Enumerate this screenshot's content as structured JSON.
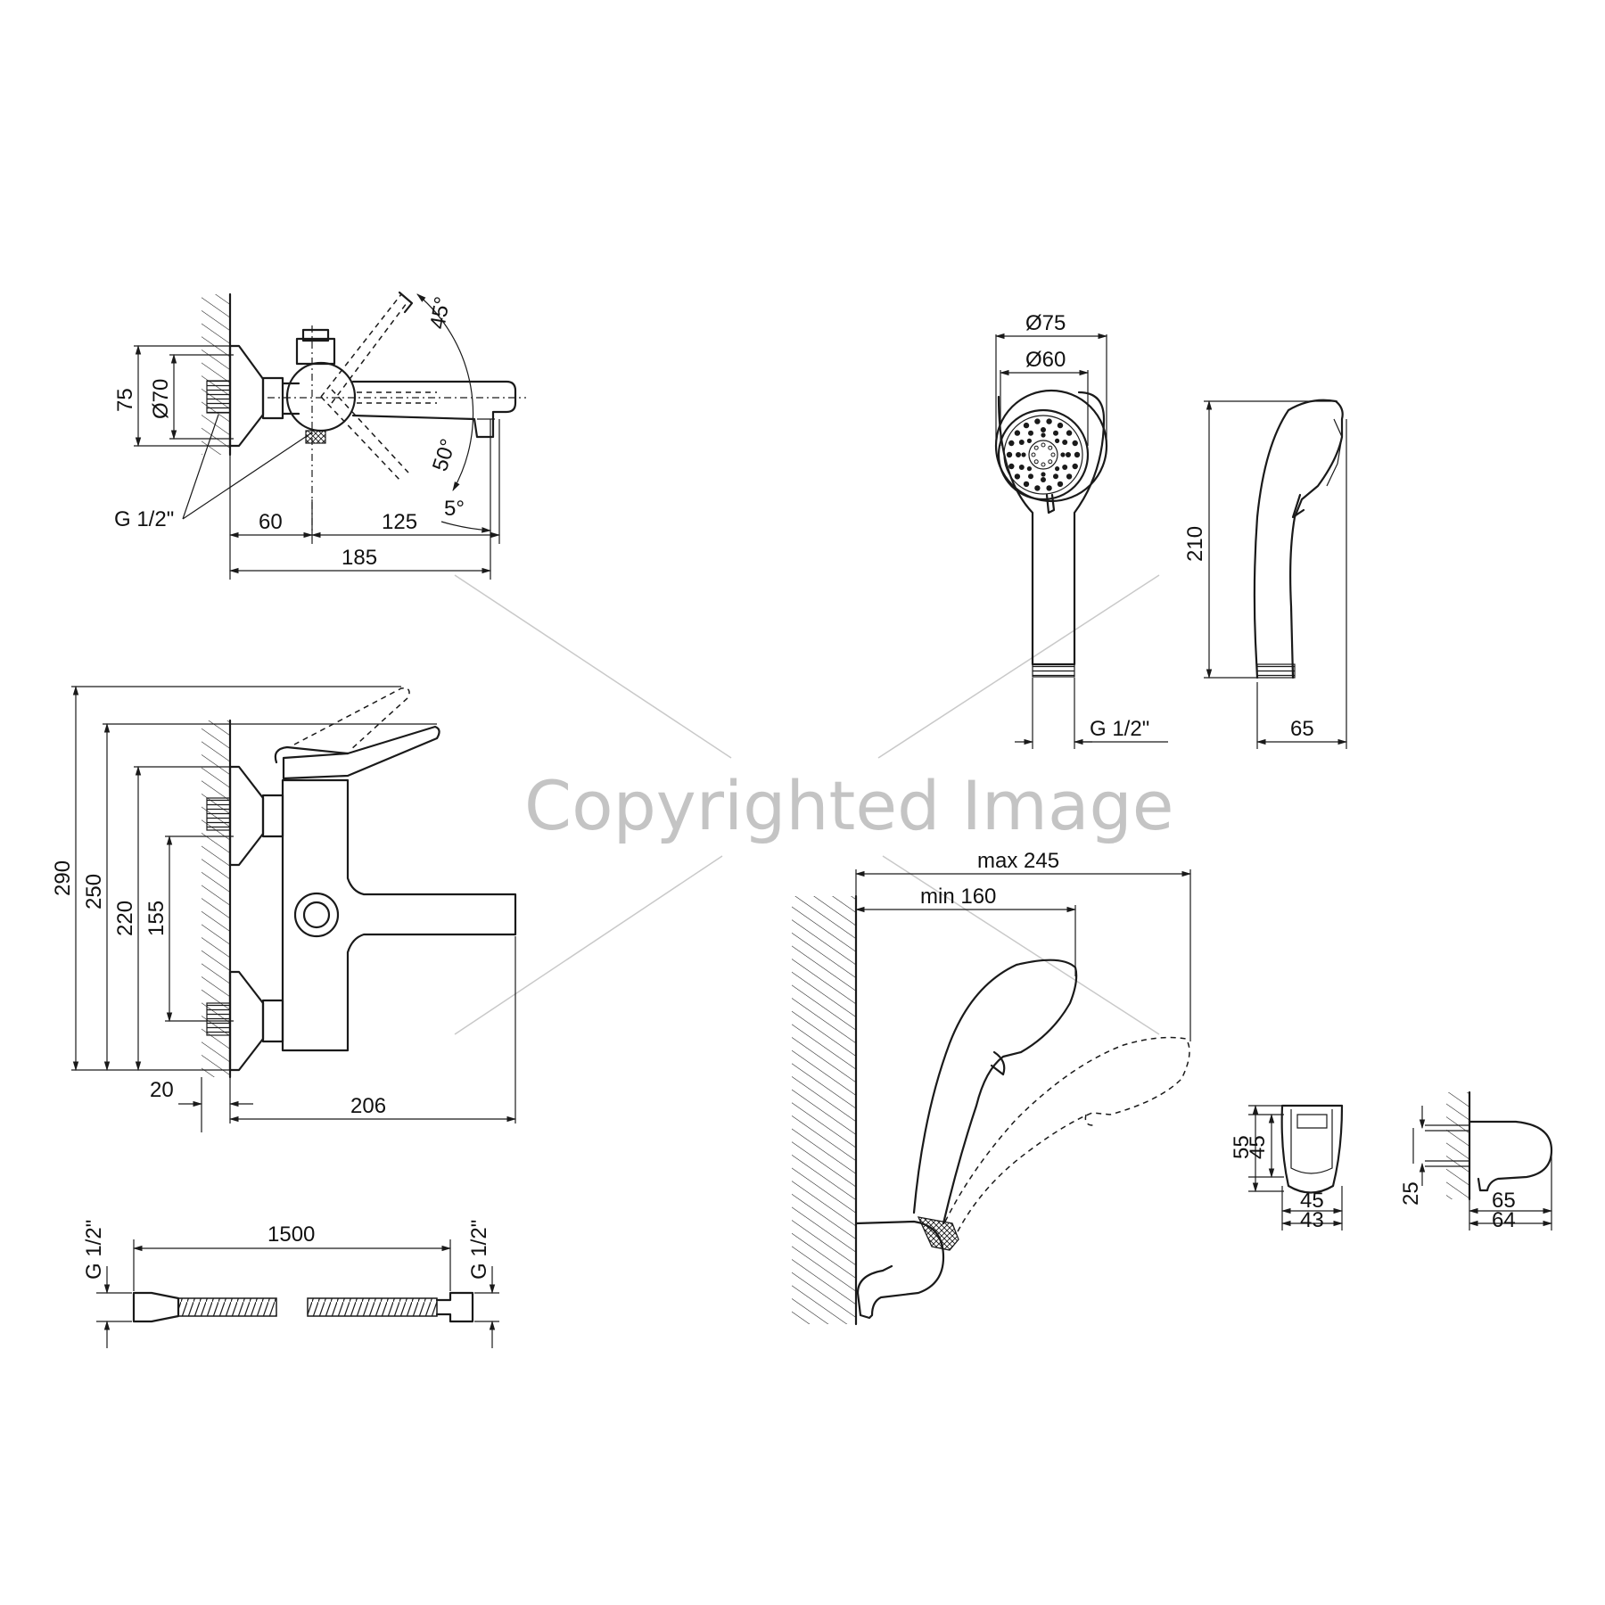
{
  "watermark": "Copyrighted Image",
  "top_mixer_view": {
    "thread": "G 1/2\"",
    "dims": {
      "d75": "75",
      "d70": "Ø70",
      "d60": "60",
      "d125": "125",
      "d185": "185"
    },
    "angles": {
      "a45": "45°",
      "a50": "50°",
      "a5": "5°"
    }
  },
  "front_mixer_view": {
    "dims": {
      "d290": "290",
      "d250": "250",
      "d220": "220",
      "d155": "155",
      "d20": "20",
      "d206": "206"
    }
  },
  "hose": {
    "length": "1500",
    "thread_left": "G 1/2\"",
    "thread_right": "G 1/2\""
  },
  "shower_head": {
    "dims": {
      "dia75": "Ø75",
      "dia60": "Ø60",
      "d210": "210",
      "d65": "65"
    },
    "thread": "G 1/2\""
  },
  "holder_view": {
    "dims": {
      "max": "max 245",
      "min": "min 160"
    }
  },
  "bracket_front": {
    "dims": {
      "d55": "55",
      "d45v": "45",
      "d45h": "45",
      "d43": "43"
    }
  },
  "bracket_side": {
    "dims": {
      "d25": "25",
      "d65": "65",
      "d64": "64"
    }
  }
}
